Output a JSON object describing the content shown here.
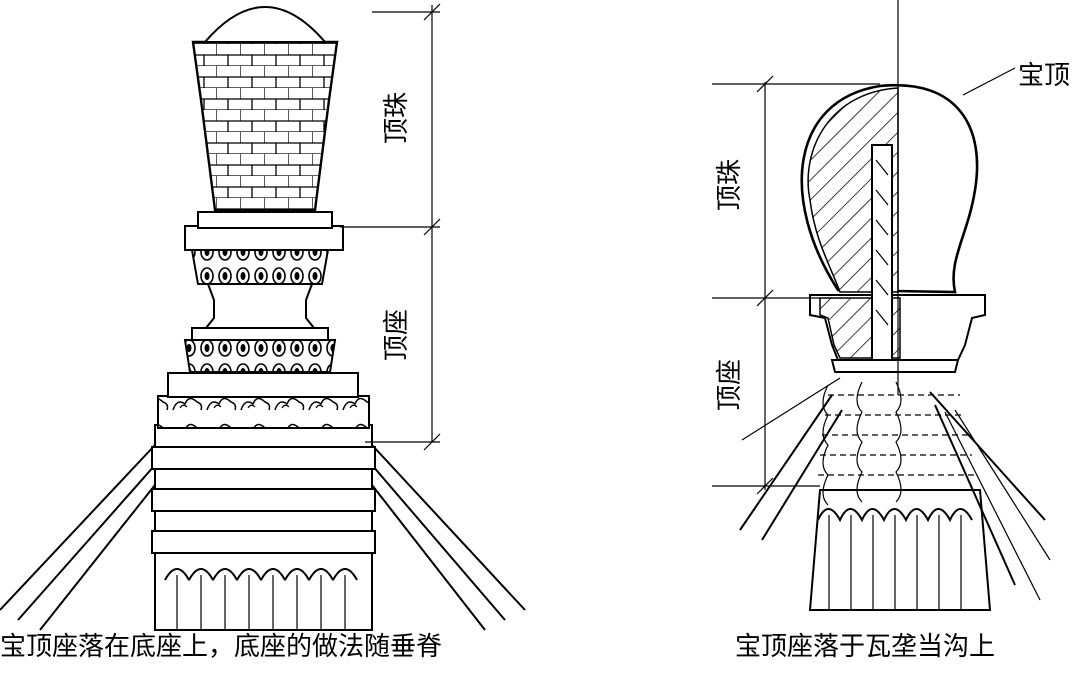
{
  "left_figure": {
    "label_top": "顶珠",
    "label_bottom": "顶座",
    "caption": "宝顶座落在底座上，底座的做法随垂脊"
  },
  "right_figure": {
    "label_callout": "宝顶",
    "label_top": "顶珠",
    "label_bottom": "顶座",
    "caption": "宝顶座落于瓦垄当沟上"
  }
}
